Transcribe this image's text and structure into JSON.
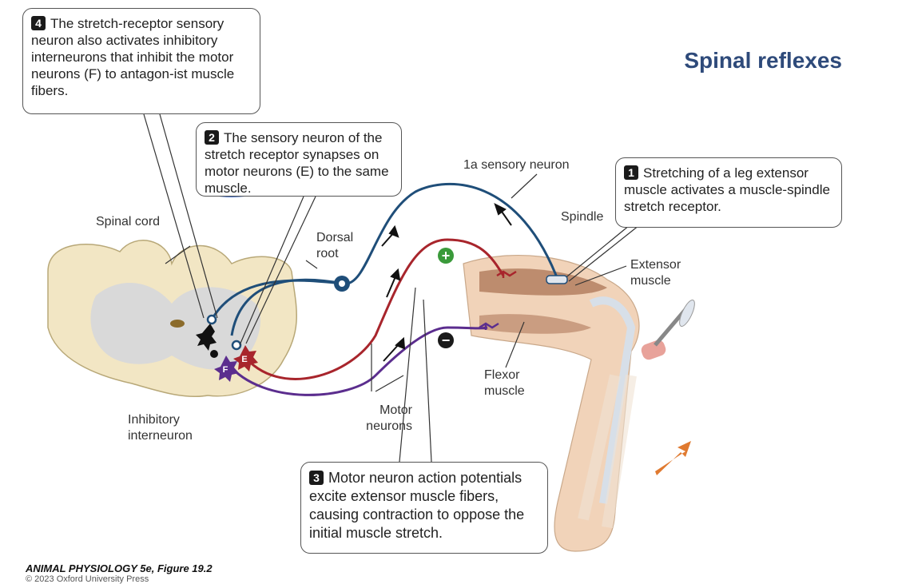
{
  "title": "Spinal reflexes",
  "callouts": {
    "c1": {
      "num": "1",
      "text": "Stretching of a leg extensor muscle activates a muscle-spindle stretch receptor."
    },
    "c2": {
      "num": "2",
      "text": "The sensory neuron of the stretch receptor synapses on motor neurons (E) to the same muscle."
    },
    "c3": {
      "num": "3",
      "text": "Motor neuron action potentials excite extensor muscle fibers, causing contraction to oppose the initial muscle stretch."
    },
    "c4": {
      "num": "4",
      "text": "The stretch-receptor sensory neuron also activates inhibitory interneurons that inhibit the motor neurons (F) to antagon-ist muscle fibers."
    }
  },
  "labels": {
    "spinal_cord": "Spinal cord",
    "dorsal_root": "Dorsal root",
    "sensory_neuron": "1a sensory neuron",
    "spindle": "Spindle",
    "extensor_muscle": "Extensor muscle",
    "flexor_muscle": "Flexor muscle",
    "motor_neurons": "Motor neurons",
    "inhibitory_interneuron": "Inhibitory interneuron",
    "plus": "+",
    "minus": "−",
    "neuron_e": "E",
    "neuron_f": "F"
  },
  "footer": {
    "citation": "ANIMAL PHYSIOLOGY 5e, Figure 19.2",
    "copyright": "© 2023 Oxford University Press"
  },
  "colors": {
    "sensory": "#1f4e79",
    "motor_extensor": "#a8252c",
    "motor_flexor": "#5b2d8e",
    "title": "#2e4a7a",
    "annotation_ink": "#2b5fc9"
  }
}
